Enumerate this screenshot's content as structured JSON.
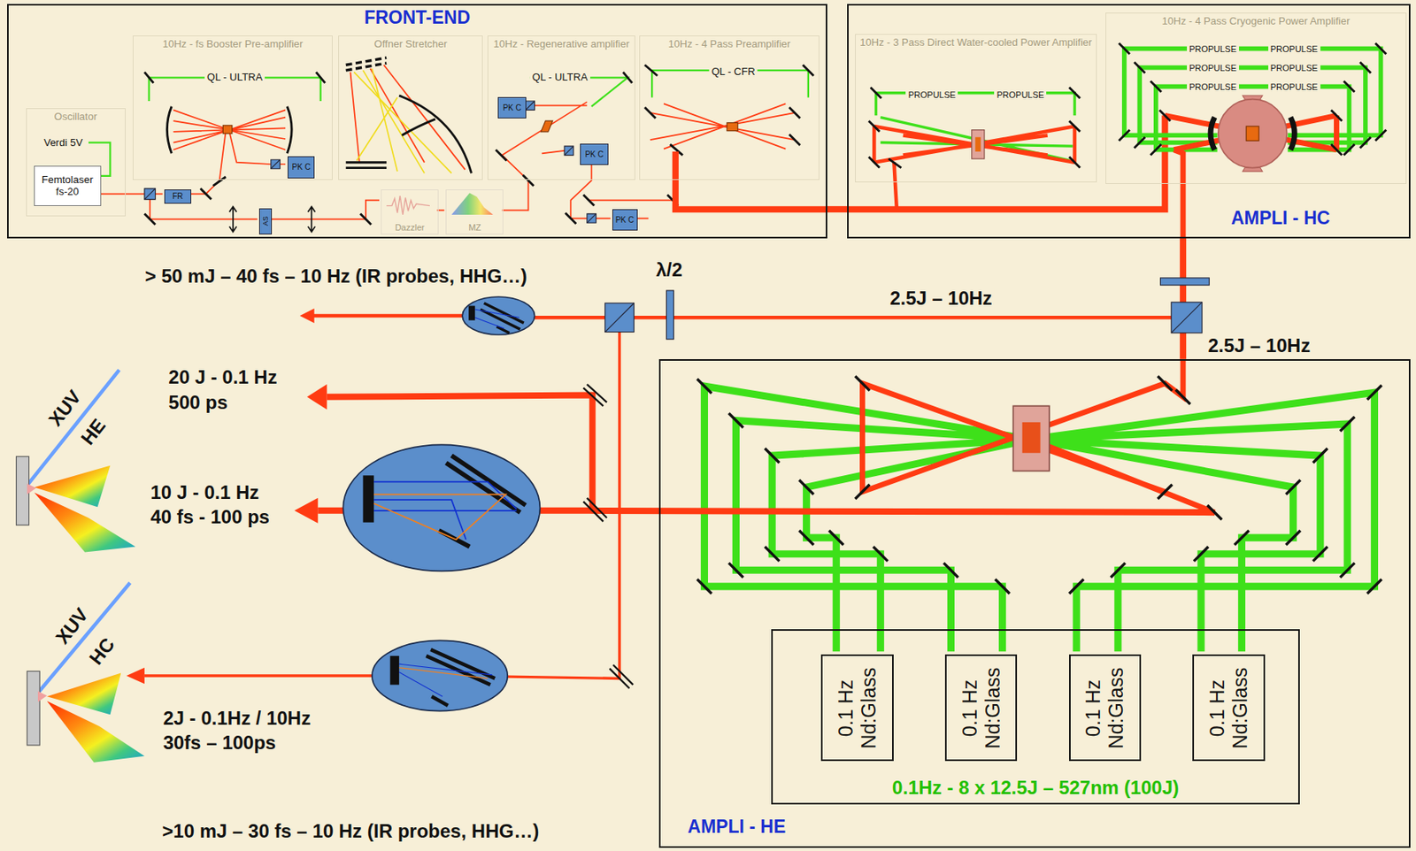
{
  "diagram": {
    "nodes": [
      {
        "text": [
          "FRONT-END"
        ]
      },
      {
        "text": [
          "Oscillator"
        ],
        "in": 0
      },
      {
        "text": [
          "Femtolaser fs-20"
        ],
        "in": 1
      },
      {
        "text": [
          "10Hz - fs Booster Pre-amplifier"
        ],
        "in": 0
      },
      {
        "text": [
          "PK C"
        ],
        "in": 3
      },
      {
        "text": [
          "Offner Stretcher"
        ],
        "in": 0
      },
      {
        "text": [
          "10Hz - Regenerative amplifier"
        ],
        "in": 0
      },
      {
        "text": [
          "PK C"
        ],
        "in": 6
      },
      {
        "text": [
          "PK C"
        ],
        "in": 6
      },
      {
        "text": [
          "10Hz - 4 Pass Preamplifier"
        ],
        "in": 0
      },
      {
        "text": [
          "FR"
        ],
        "in": 0
      },
      {
        "text": [
          "AS"
        ],
        "in": 0
      },
      {
        "text": [
          "Dazzler"
        ],
        "in": 0
      },
      {
        "text": [
          "MZ"
        ],
        "in": 0
      },
      {
        "text": [
          "PK C"
        ],
        "in": 0
      },
      {
        "text": [
          "AMPLI - HC"
        ]
      },
      {
        "text": [
          "10Hz - 3 Pass Direct Water-cooled Power Amplifier"
        ],
        "in": 15
      },
      {
        "text": [
          "10Hz - 4 Pass Cryogenic Power Amplifier"
        ],
        "in": 15
      },
      {
        "text": [
          "AMPLI - HE"
        ]
      },
      {
        "text": [
          "0.1Hz - 8 x 12.5J – 527nm (100J)"
        ],
        "in": 18
      },
      {
        "text": [
          "0.1 Hz Nd:Glass"
        ],
        "in": 19
      },
      {
        "text": [
          "0.1 Hz Nd:Glass"
        ],
        "in": 19
      },
      {
        "text": [
          "0.1 Hz Nd:Glass"
        ],
        "in": 19
      },
      {
        "text": [
          "0.1 Hz Nd:Glass"
        ],
        "in": 19
      }
    ],
    "edges": [
      {
        "from": 0,
        "to": 15,
        "arrow": "none"
      },
      {
        "from": 15,
        "to": 18,
        "label": "2.5J – 10Hz",
        "arrow": "none"
      }
    ],
    "labels": [
      "Verdi 5V",
      "QL - ULTRA",
      "QL - ULTRA",
      "QL - CFR",
      "PROPULSE",
      "PROPULSE",
      "PROPULSE",
      "PROPULSE",
      "PROPULSE",
      "PROPULSE",
      "PROPULSE",
      "PROPULSE",
      "> 50 mJ – 40 fs – 10 Hz (IR probes, HHG…)",
      "λ/2",
      "2.5J – 10Hz",
      "20 J - 0.1 Hz",
      "500 ps",
      "10 J - 0.1 Hz",
      "40 fs - 100 ps",
      "2J - 0.1Hz / 10Hz",
      "30fs – 100ps",
      ">10 mJ – 30 fs – 10 Hz (IR probes, HHG…)",
      "XUV",
      "HE",
      "XUV",
      "HC"
    ]
  }
}
